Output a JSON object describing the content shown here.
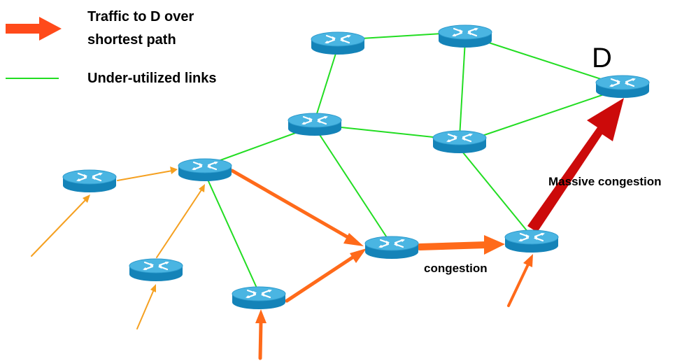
{
  "legend": {
    "traffic_line1": "Traffic to D over",
    "traffic_line2": "shortest path",
    "underutilized": "Under-utilized links"
  },
  "labels": {
    "destination": "D",
    "congestion": "congestion",
    "massive_congestion": "Massive congestion"
  },
  "colors": {
    "link": "#22dd22",
    "light_traffic": "#f5a020",
    "traffic": "#ff6a1a",
    "legend_arrow": "#ff4a1a",
    "massive": "#cc0a0a",
    "router_top": "#4ab5e2",
    "router_side": "#1483b8",
    "router_mark": "#ffffff"
  },
  "icons": {
    "router": "router-icon"
  }
}
